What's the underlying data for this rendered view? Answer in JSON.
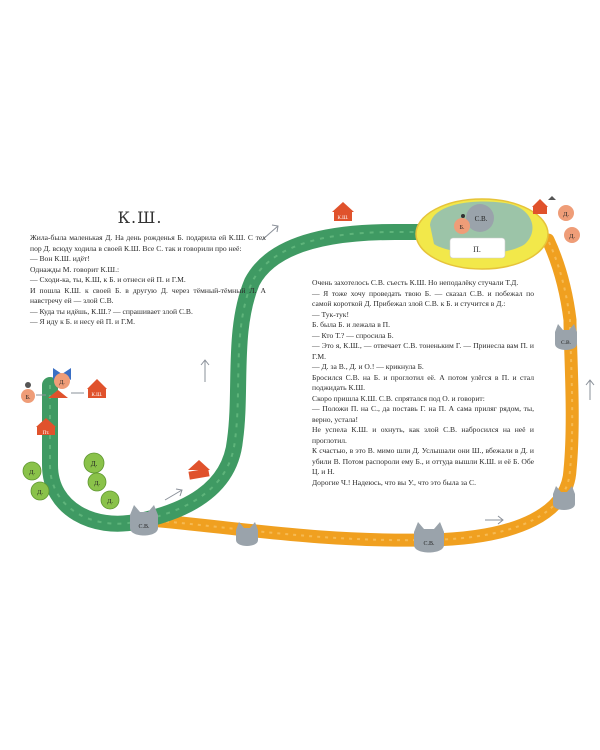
{
  "title": "К.Ш.",
  "left_text": [
    "Жила-была маленькая Д. На день рожденья Б. подарила ей К.Ш. С тех пор Д. всюду ходила в своей К.Ш. Все С. так и говорили про неё:",
    "— Вон К.Ш. идёт!",
    "Однажды М. говорит К.Ш.:",
    "— Сходи-ка, ты, К.Ш, к Б. и отнеси ей П. и Г.М.",
    "И пошла К.Ш. к своей Б. в другую Д. через тёмный-тёмный Л. А навстречу ей — злой С.В.",
    "— Куда ты идёшь, К.Ш.? — спрашивает злой С.В.",
    "— Я иду к Б. и несу ей П. и Г.М."
  ],
  "right_text": [
    "Очень захотелось С.В. съесть К.Ш. Но неподалёку стучали Т.Д.",
    "— Я тоже хочу проведать твою Б. — сказал С.В. и побежал по самой короткой Д. Прибежал злой С.В. к Б. и стучится в Д.:",
    "— Тук-тук!",
    "Б. была Б. и лежала в П.",
    "— Кто Т.? — спросила Б.",
    "— Это я, К.Ш., — отвечает С.В. тоненьким Г. — Принесла вам П. и Г.М.",
    "— Д. за В., Д. и О.! — крикнула Б.",
    "Бросился С.В. на Б. и проглотил её. А потом улёгся в П. и стал поджидать К.Ш.",
    "Скоро пришла К.Ш. С.В. спрятался под О. и говорит:",
    "— Положи П. на С., да поставь Г. на П. А сама приляг рядом, ты, верно, устала!",
    "Не успела К.Ш. и охнуть, как злой С.В. набросился на неё и проглотил.",
    "К счастью, в это В. мимо шли Д. Услышали они Ш., вбежали в Д. и убили В. Потом распороли ему Б., и оттуда вышли К.Ш. и её Б. Обе Ц. и Н.",
    "Дорогие Ч.! Надеюсь, что вы У., что это была за С."
  ],
  "labels": {
    "wolf": "С.В.",
    "house": "К.Ш.",
    "small_house": "Д.",
    "woodcutter": "Д.",
    "grandma": "Б.",
    "bed": "П.",
    "girl": "Д.",
    "tree": "Д.",
    "tree_alt": "Д.",
    "road_house": "Пт."
  },
  "colors": {
    "green_road": "#3f9a63",
    "orange_road": "#f0a020",
    "wolf": "#9aa3ab",
    "house_roof": "#e0522c",
    "tree": "#8ac24a",
    "cottage": "#f2e84a",
    "cottage_inner": "#9cc4a8",
    "grandma_circle": "#ef9d78",
    "girl_bow": "#3a6fc4"
  },
  "icons": [
    "wolf-head-icon",
    "house-icon",
    "tree-icon",
    "arrow-icon",
    "woodcutter-icon",
    "girl-icon",
    "cottage-icon"
  ]
}
